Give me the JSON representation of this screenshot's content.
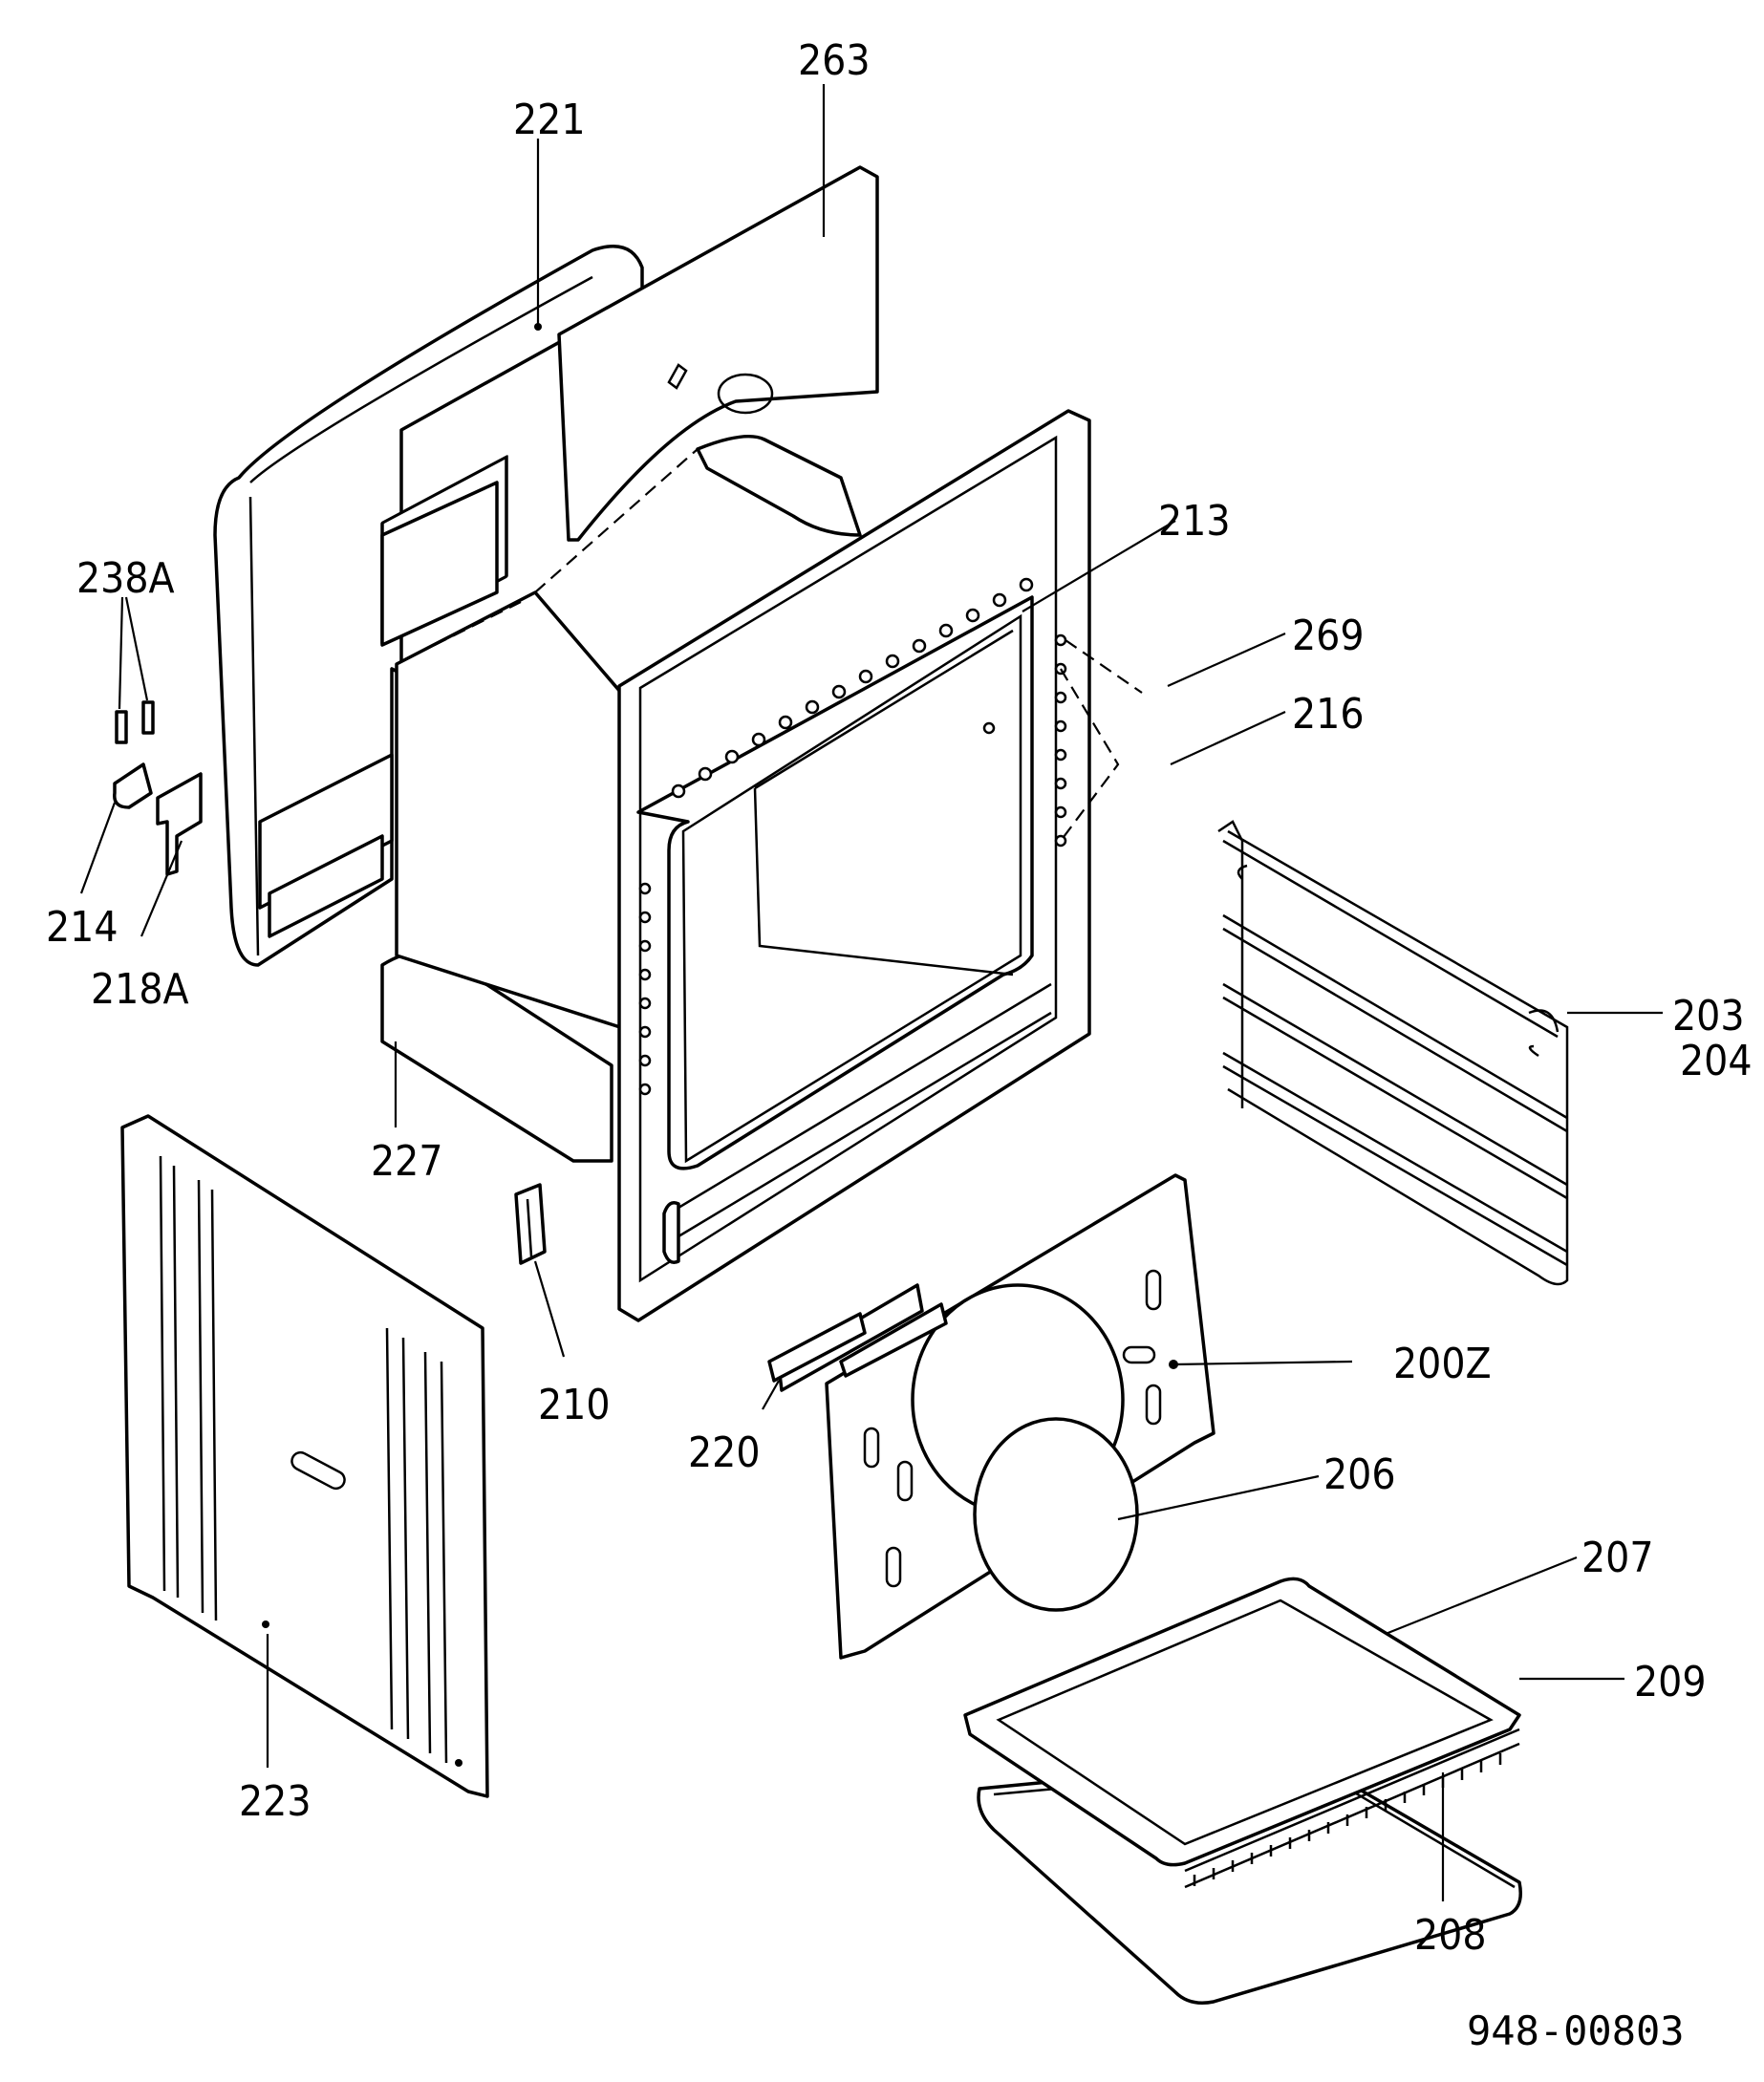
{
  "callouts": {
    "p263": "263",
    "p221": "221",
    "p213": "213",
    "p269": "269",
    "p216": "216",
    "p238a": "238A",
    "p214": "214",
    "p218a": "218A",
    "p227": "227",
    "p203": "203",
    "p204": "204",
    "p210": "210",
    "p2002": "200Z",
    "p220": "220",
    "p206": "206",
    "p207": "207",
    "p209": "209",
    "p223": "223",
    "p208": "208"
  },
  "document_number": "948-00803"
}
